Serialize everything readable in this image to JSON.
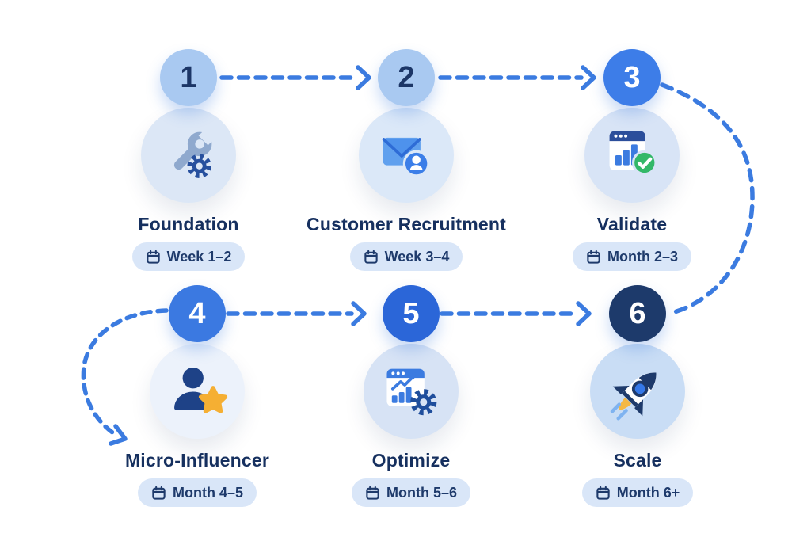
{
  "diagram": {
    "kind": "process-flow-roadmap",
    "steps": [
      {
        "number": "1",
        "title": "Foundation",
        "duration": "Week 1–2",
        "icon": "wrench-gear-icon",
        "number_bg": "#A9C9F1",
        "number_color": "#1C3667"
      },
      {
        "number": "2",
        "title": "Customer Recruitment",
        "duration": "Week 3–4",
        "icon": "mail-user-icon",
        "number_bg": "#A9C9F1",
        "number_color": "#1C3667"
      },
      {
        "number": "3",
        "title": "Validate",
        "duration": "Month 2–3",
        "icon": "chart-check-icon",
        "number_bg": "#3D7DE8",
        "number_color": "#FFFFFF"
      },
      {
        "number": "4",
        "title": "Micro-Influencer",
        "duration": "Month 4–5",
        "icon": "user-star-icon",
        "number_bg": "#3B79E1",
        "number_color": "#FFFFFF"
      },
      {
        "number": "5",
        "title": "Optimize",
        "duration": "Month 5–6",
        "icon": "chart-gear-icon",
        "number_bg": "#2B66D8",
        "number_color": "#FFFFFF"
      },
      {
        "number": "6",
        "title": "Scale",
        "duration": "Month 6+",
        "icon": "rocket-icon",
        "number_bg": "#1D3A6B",
        "number_color": "#FFFFFF"
      }
    ],
    "connections": [
      {
        "from": "1",
        "to": "2",
        "style": "dashed-arrow-right"
      },
      {
        "from": "2",
        "to": "3",
        "style": "dashed-arrow-right"
      },
      {
        "from": "3",
        "to": "6",
        "style": "dashed-curve-right-side"
      },
      {
        "from": "4",
        "to": "5",
        "style": "dashed-arrow-right"
      },
      {
        "from": "5",
        "to": "6",
        "style": "dashed-arrow-right"
      },
      {
        "from": "4",
        "to": "step-4-label",
        "style": "dashed-curve-left-loop-arrow"
      }
    ],
    "colors": {
      "arrow": "#3B7BE0",
      "badge_bg": "#D9E6F8",
      "badge_text": "#1E3A6B",
      "title_text": "#16305F",
      "light_circle": "#A9C9F1",
      "navy": "#1E3A6B",
      "success_green": "#33B868",
      "star_amber": "#F5AF33",
      "steel_blue": "#8FA9CE",
      "background": "#FFFFFF"
    }
  }
}
